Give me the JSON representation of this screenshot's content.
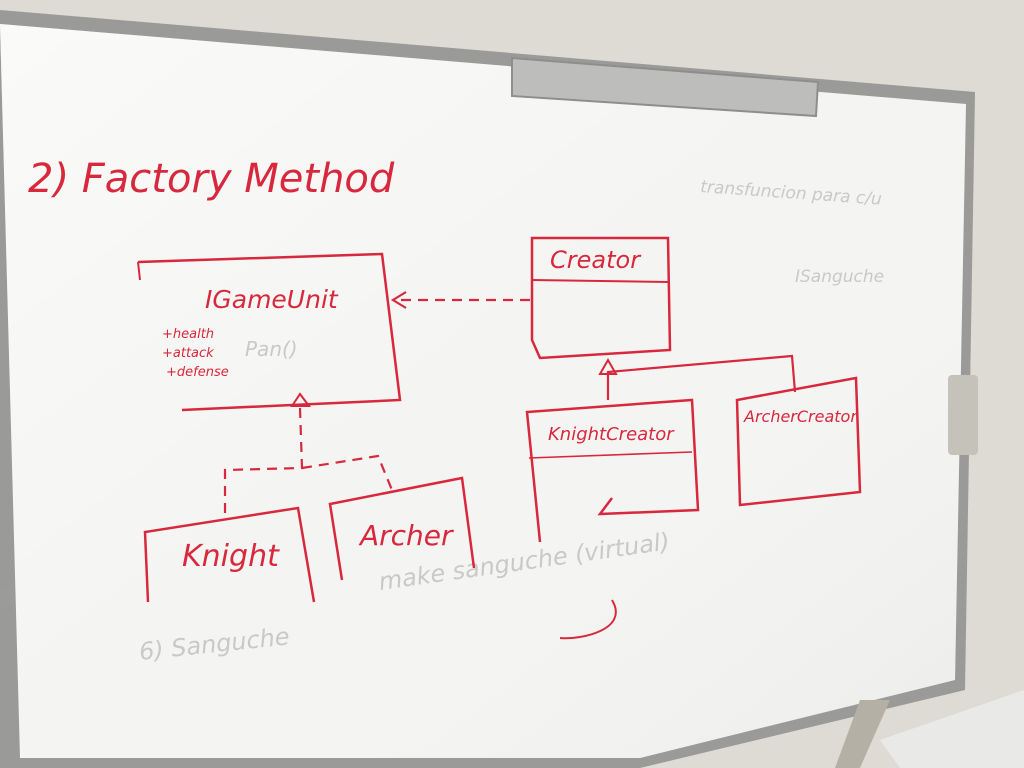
{
  "board": {
    "title": "2) Factory Method",
    "ink_color": "#d8283d"
  },
  "diagram": {
    "interface_box": {
      "name": "IGameUnit",
      "members": [
        "+health",
        "+attack",
        "+defense"
      ]
    },
    "creator_box": {
      "name": "Creator"
    },
    "knight_box": {
      "name": "Knight"
    },
    "archer_box": {
      "name": "Archer"
    },
    "knight_creator_box": {
      "name": "KnightCreator"
    },
    "archer_creator_box": {
      "name": "ArcherCreator"
    }
  },
  "ghost_text": {
    "line_1": "transfuncion para c/u",
    "line_2": "make sanguche (virtual)",
    "line_3": "Pan()",
    "line_4": "6) Sanguche",
    "line_5": "ISanguche"
  }
}
